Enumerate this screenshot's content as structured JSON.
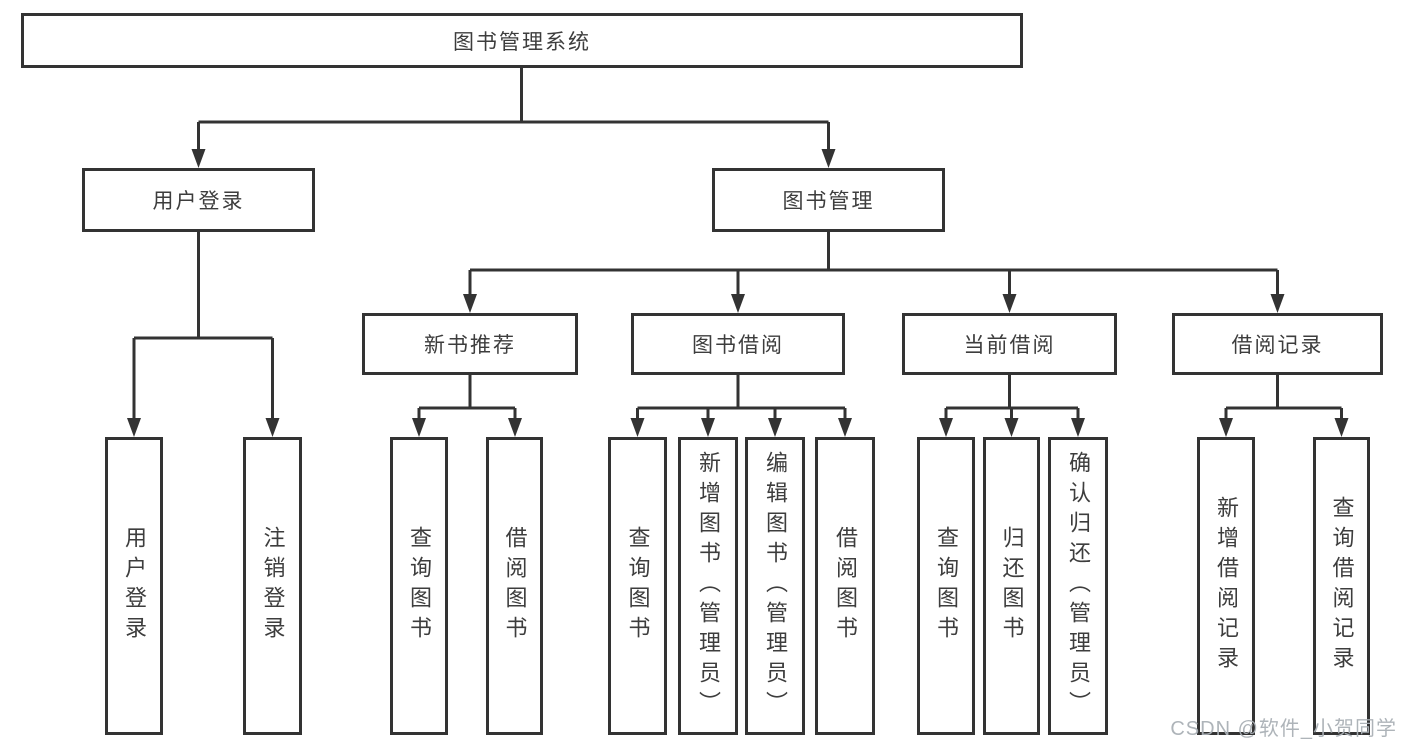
{
  "tree": {
    "root": {
      "label": "图书管理系统"
    },
    "branches": [
      {
        "label": "用户登录",
        "children": [
          {
            "label": "用户登录"
          },
          {
            "label": "注销登录"
          }
        ]
      },
      {
        "label": "图书管理",
        "children": [
          {
            "label": "新书推荐",
            "children": [
              {
                "label": "查询图书"
              },
              {
                "label": "借阅图书"
              }
            ]
          },
          {
            "label": "图书借阅",
            "children": [
              {
                "label": "查询图书"
              },
              {
                "label": "新增图书（管理员）"
              },
              {
                "label": "编辑图书（管理员）"
              },
              {
                "label": "借阅图书"
              }
            ]
          },
          {
            "label": "当前借阅",
            "children": [
              {
                "label": "查询图书"
              },
              {
                "label": "归还图书"
              },
              {
                "label": "确认归还（管理员）"
              }
            ]
          },
          {
            "label": "借阅记录",
            "children": [
              {
                "label": "新增借阅记录"
              },
              {
                "label": "查询借阅记录"
              }
            ]
          }
        ]
      }
    ]
  },
  "watermark": "CSDN @软件_小贺同学",
  "colors": {
    "border": "#333333",
    "line": "#333333",
    "text": "#3d3d3d",
    "watermark": "#aab0b6",
    "background": "#ffffff"
  }
}
